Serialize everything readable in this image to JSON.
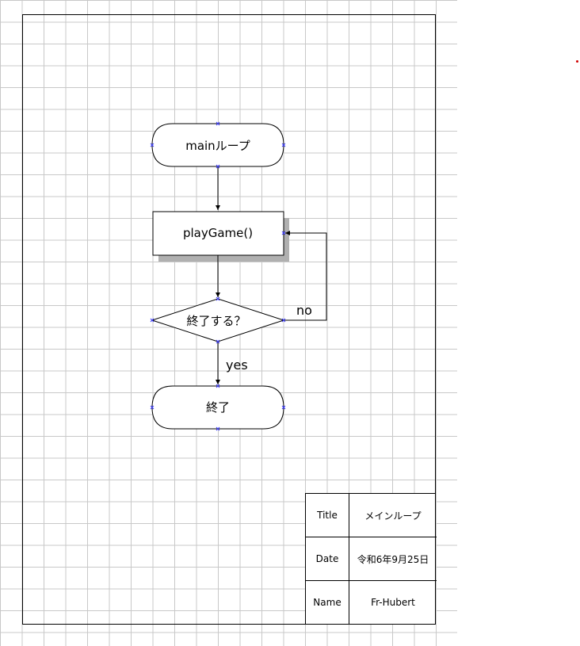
{
  "diagram": {
    "nodes": {
      "start": {
        "label": "mainループ"
      },
      "process": {
        "label": "playGame()"
      },
      "decision": {
        "label": "終了する？"
      },
      "end": {
        "label": "終了"
      }
    },
    "edges": {
      "no_label": "no",
      "yes_label": "yes"
    }
  },
  "title_block": {
    "title_key": "Title",
    "title_value": "メインループ",
    "date_key": "Date",
    "date_value": "令和6年9月25日",
    "name_key": "Name",
    "name_value": "Fr-Hubert"
  },
  "colors": {
    "grid": "#c8c8c8",
    "line": "#000000",
    "shadow": "#b0b0b0",
    "connector_marker": "#3a3aff",
    "dot": "#d00000"
  }
}
